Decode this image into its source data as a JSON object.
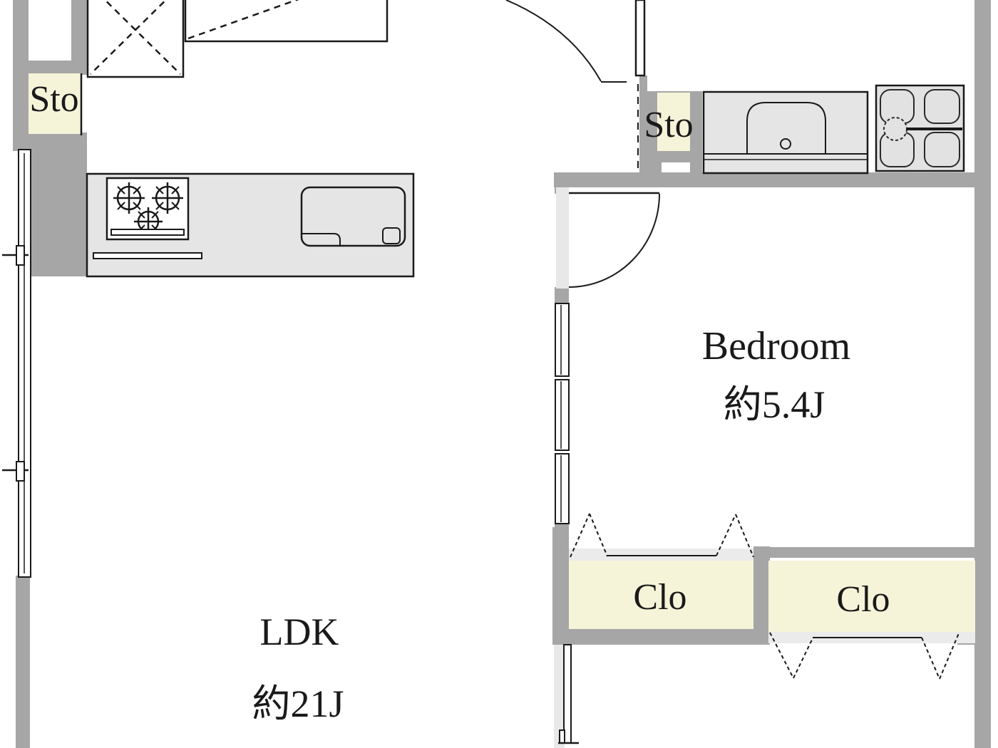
{
  "plan_title": "apartment-floor-plan",
  "labels": {
    "storage_ldk": "Sto",
    "storage_washroom": "Sto",
    "bedroom": {
      "name": "Bedroom",
      "area": "約5.4J"
    },
    "ldk": {
      "name": "LDK",
      "area": "約21J"
    },
    "closet_left": "Clo",
    "closet_right": "Clo"
  },
  "colors": {
    "wall_gray": "#a6a6a6",
    "fixture_fill": "#e5e5e5",
    "storage_cream": "#f5f4d9",
    "band_light_gray": "#ebebeb",
    "line_black": "#1a1a1a",
    "background": "#ffffff"
  },
  "icons": {
    "stove_burners": "gas-stove-3-burner",
    "kitchen_sink": "kitchen-sink",
    "vanity_basin": "washroom-sink",
    "washer_pan": "washing-machine-pan",
    "door_arcs": "door-swing",
    "windows": "sliding-window",
    "closet_fold": "folding-door-zigzag",
    "upper_cabinet": "overhead-cabinet-dashed"
  }
}
